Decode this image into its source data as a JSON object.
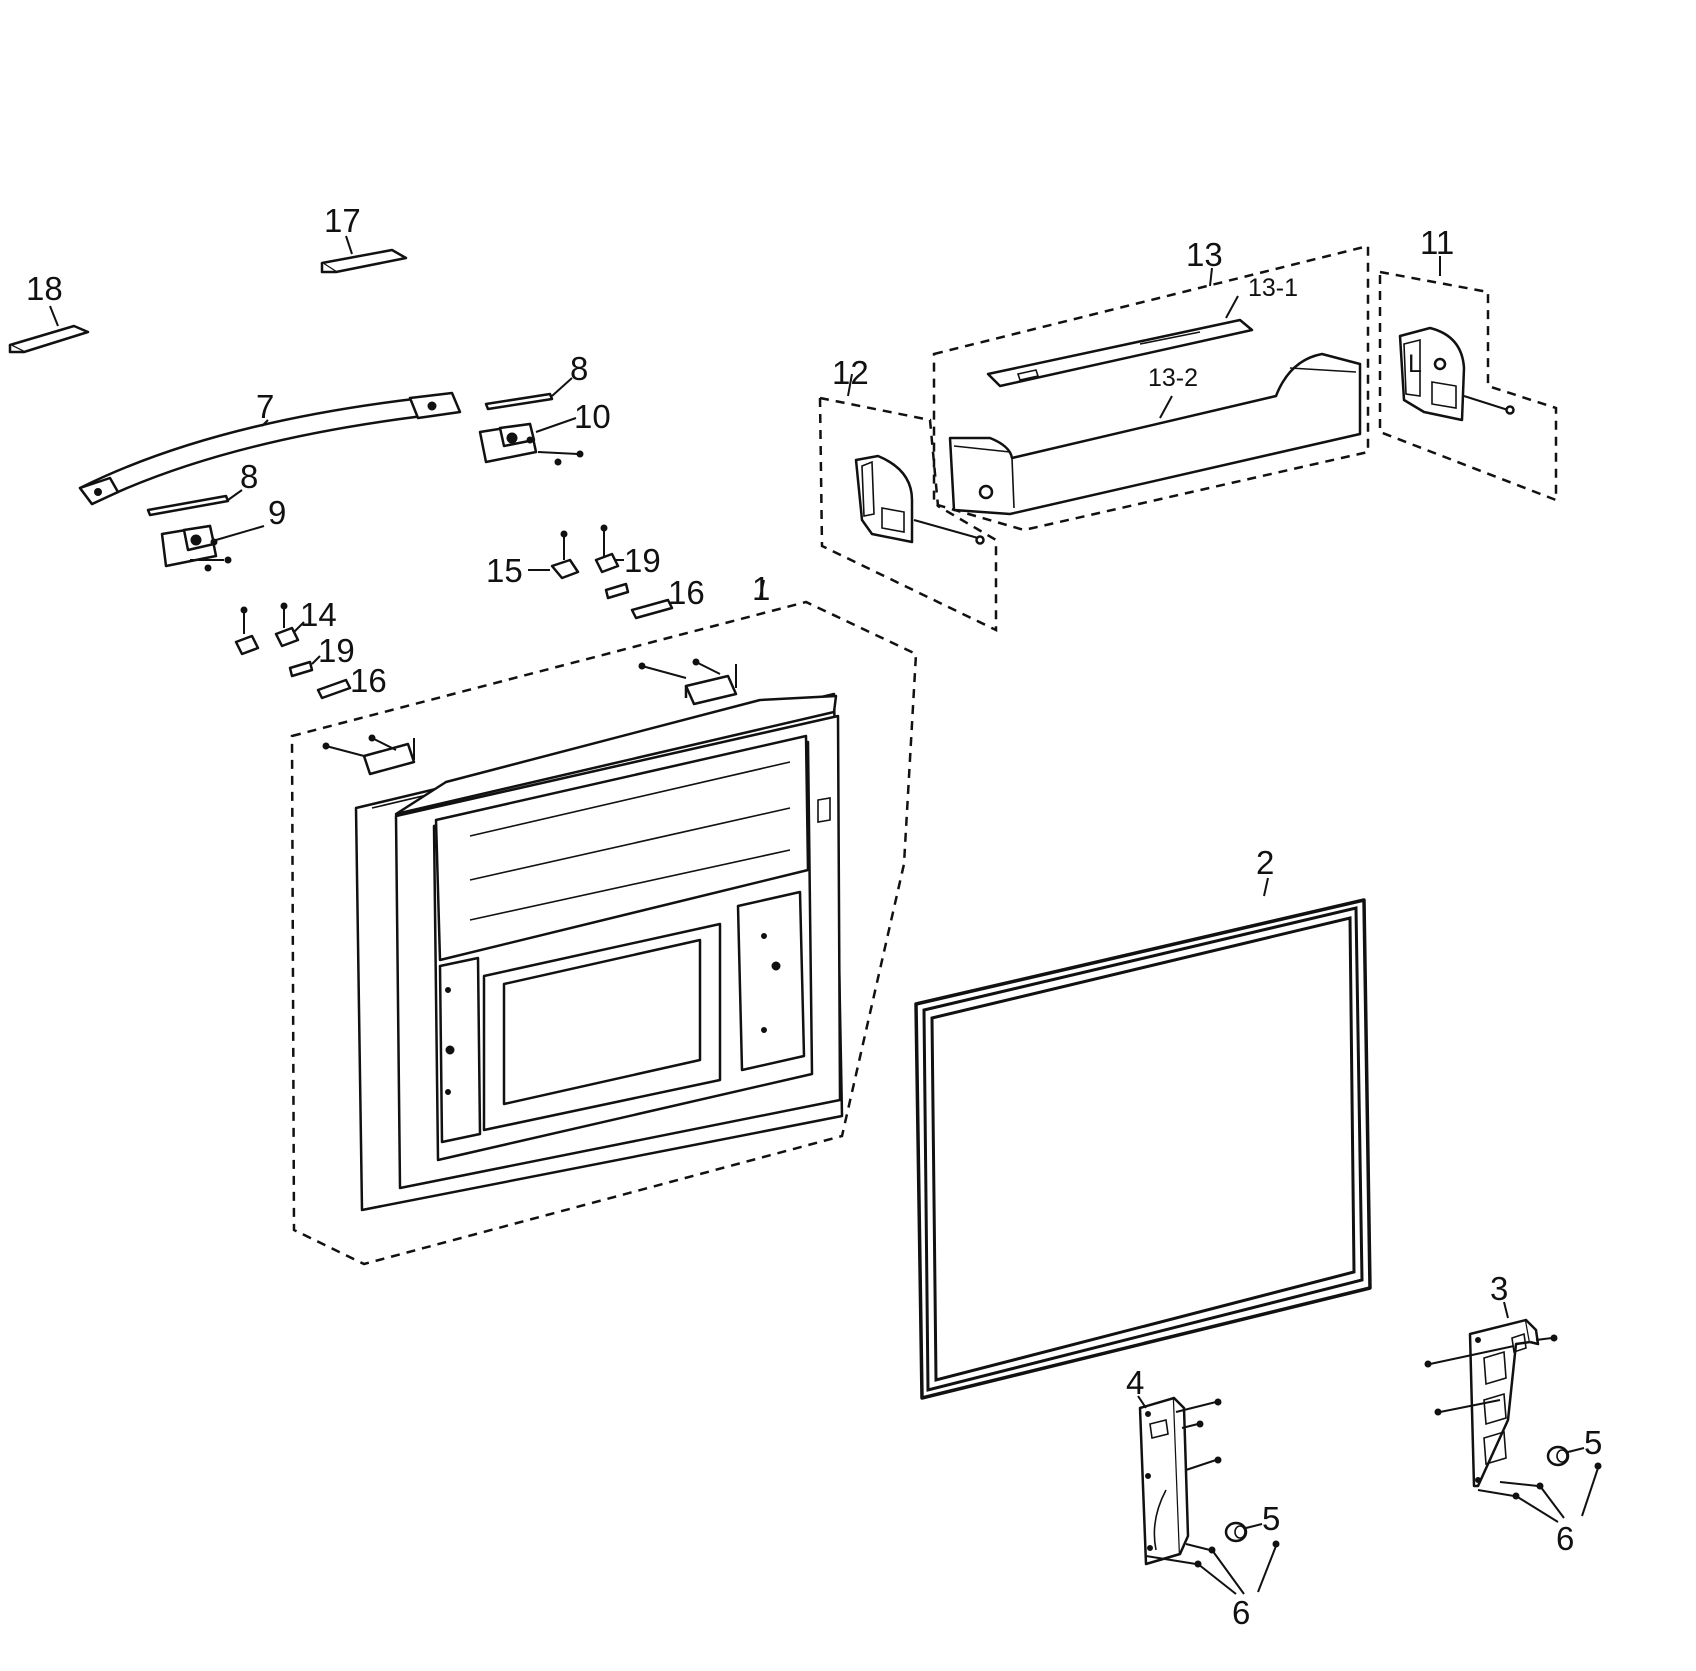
{
  "labels": {
    "p1": "1",
    "p2": "2",
    "p3": "3",
    "p4": "4",
    "p5a": "5",
    "p5b": "5",
    "p6a": "6",
    "p6b": "6",
    "p7": "7",
    "p8a": "8",
    "p8b": "8",
    "p9": "9",
    "p10": "10",
    "p11": "11",
    "p12": "12",
    "p13": "13",
    "p13_1": "13-1",
    "p13_2": "13-2",
    "p14": "14",
    "p15": "15",
    "p16a": "16",
    "p16b": "16",
    "p17": "17",
    "p18": "18",
    "p19a": "19",
    "p19b": "19"
  }
}
